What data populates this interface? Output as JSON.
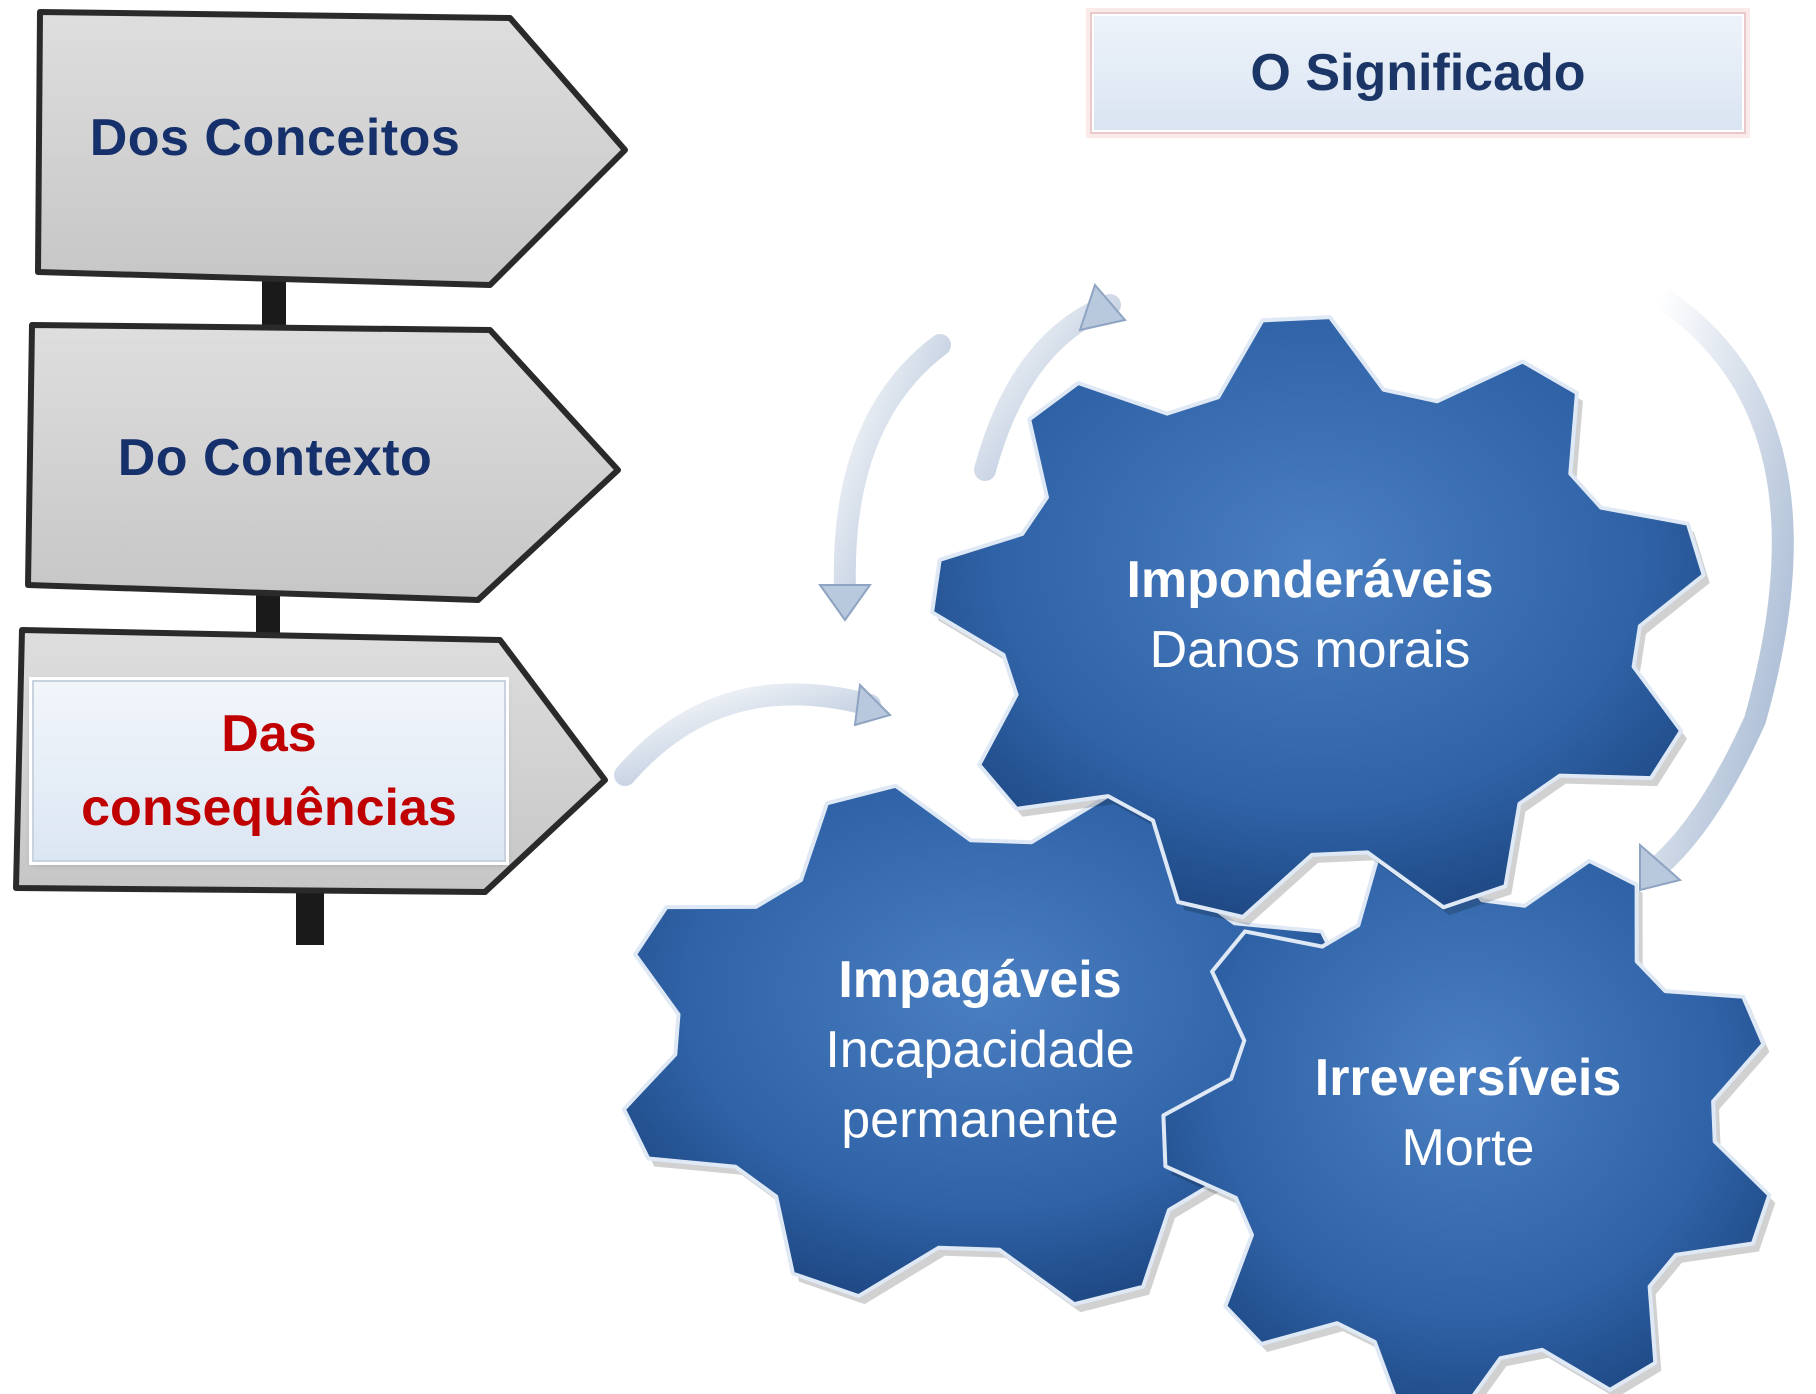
{
  "signs": [
    {
      "label": "Dos Conceitos"
    },
    {
      "label": "Do Contexto"
    },
    {
      "label_line1": "Das",
      "label_line2": "consequências"
    }
  ],
  "title": "O Significado",
  "gears": [
    {
      "title": "Imponderáveis",
      "subtitle": "Danos morais"
    },
    {
      "title": "Impagáveis",
      "subtitle_line1": "Incapacidade",
      "subtitle_line2": "permanente"
    },
    {
      "title": "Irreversíveis",
      "subtitle": "Morte"
    }
  ],
  "colors": {
    "sign_text": "#16306b",
    "active_text": "#c00000",
    "gear_fill": "#2f62a6",
    "sign_fill": "#d4d4d4"
  }
}
